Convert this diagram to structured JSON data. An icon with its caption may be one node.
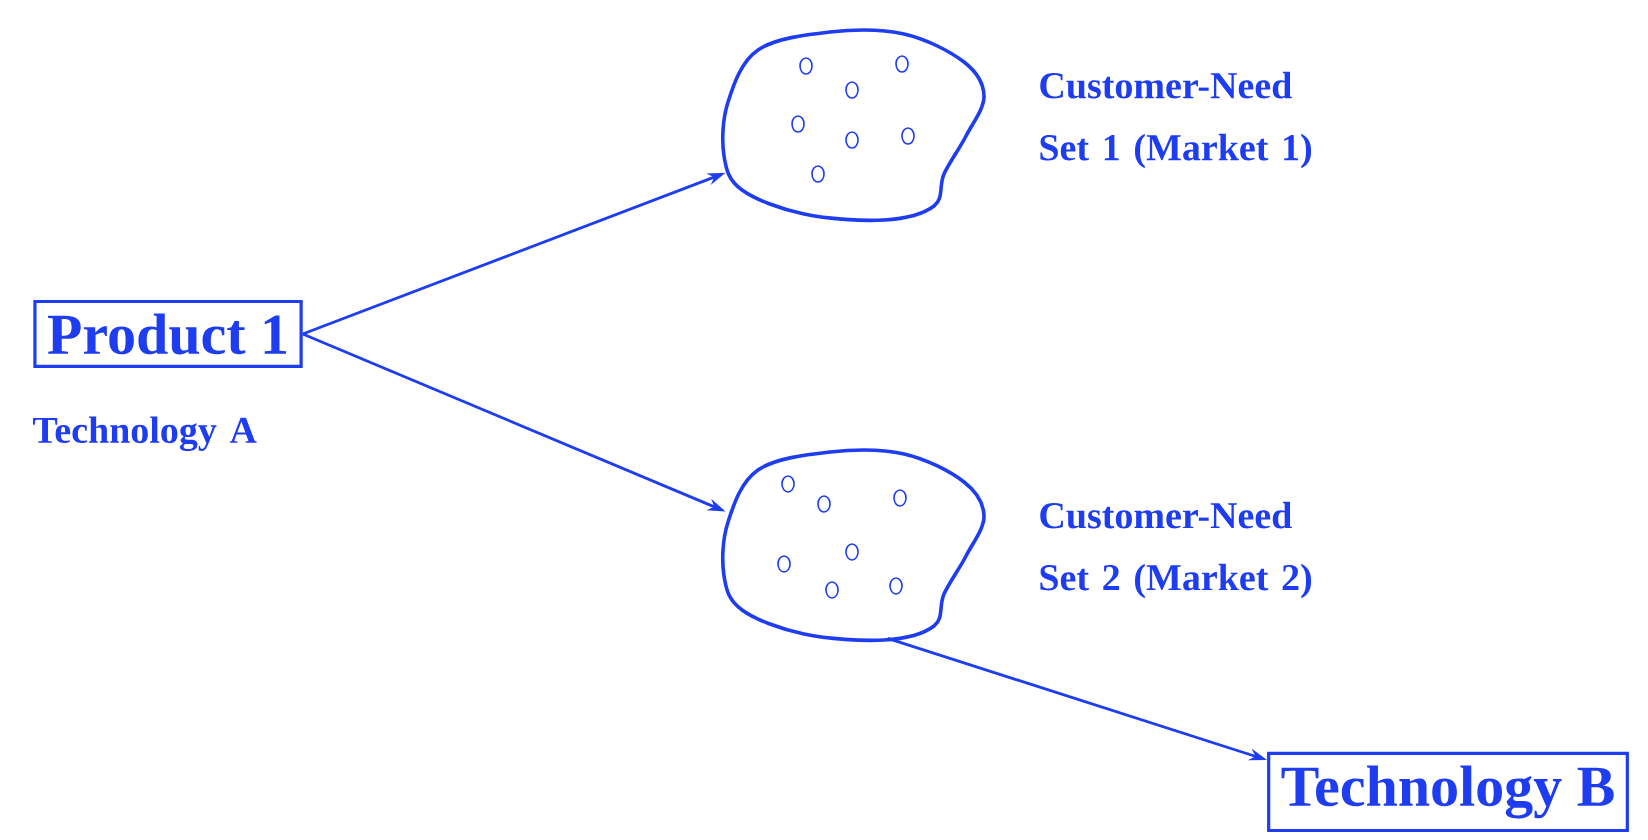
{
  "diagram": {
    "nodes": [
      {
        "text": [
          "Product 1"
        ],
        "beside": [
          "Technology A"
        ]
      },
      {
        "text": [],
        "shape": "cloud",
        "beside": [
          "Customer-Need Set 1 (Market 1)"
        ]
      },
      {
        "text": [],
        "shape": "cloud",
        "beside": [
          "Customer-Need Set 2 (Market 2)"
        ]
      },
      {
        "text": [
          "Technology B"
        ]
      }
    ],
    "edges": [
      {
        "from": 0,
        "to": 1,
        "arrow": "to"
      },
      {
        "from": 0,
        "to": 2,
        "arrow": "to"
      },
      {
        "from": 2,
        "to": 3,
        "arrow": "to"
      }
    ]
  }
}
